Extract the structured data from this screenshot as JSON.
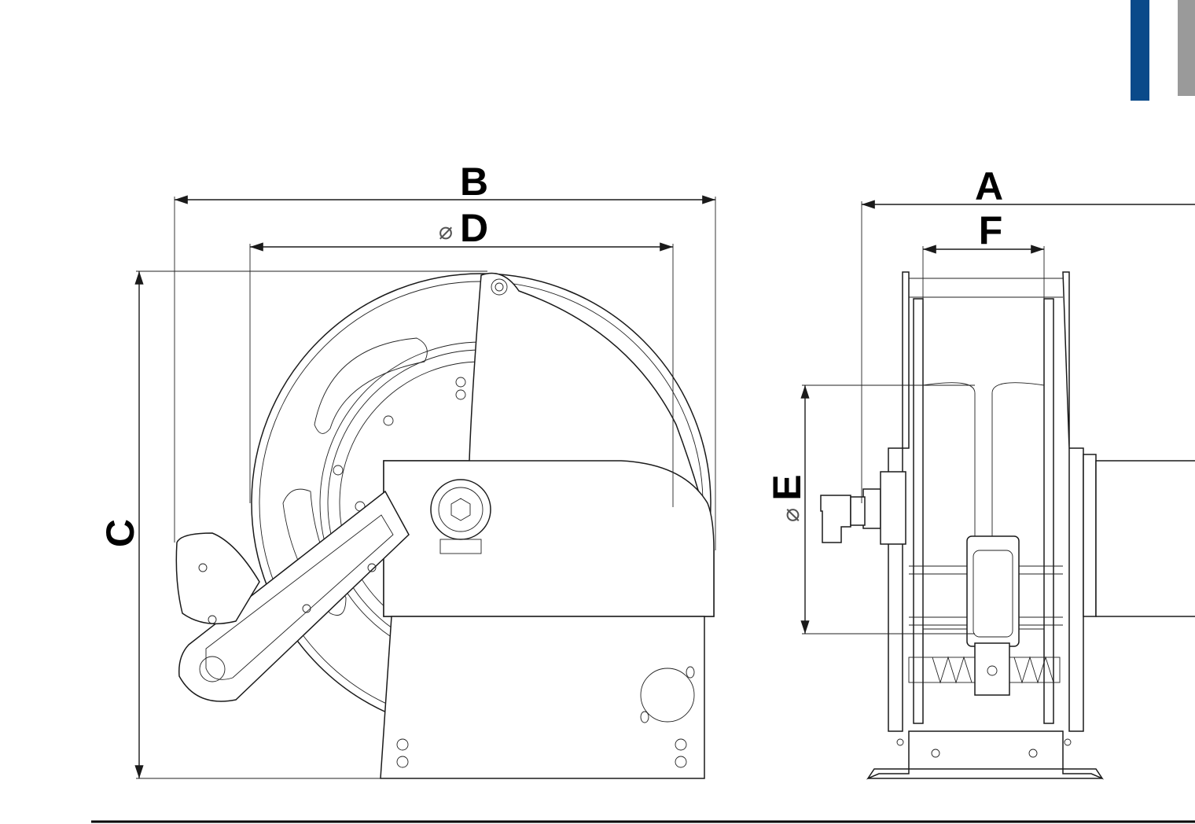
{
  "dimensions": {
    "B": "B",
    "D": "D",
    "C": "C",
    "A": "A",
    "F": "F",
    "E": "E",
    "diameter_symbol": "⌀"
  },
  "colors": {
    "tab_blue": "#0a4a8a",
    "tab_grey": "#9a9a9a",
    "line": "#1a1a1a"
  }
}
